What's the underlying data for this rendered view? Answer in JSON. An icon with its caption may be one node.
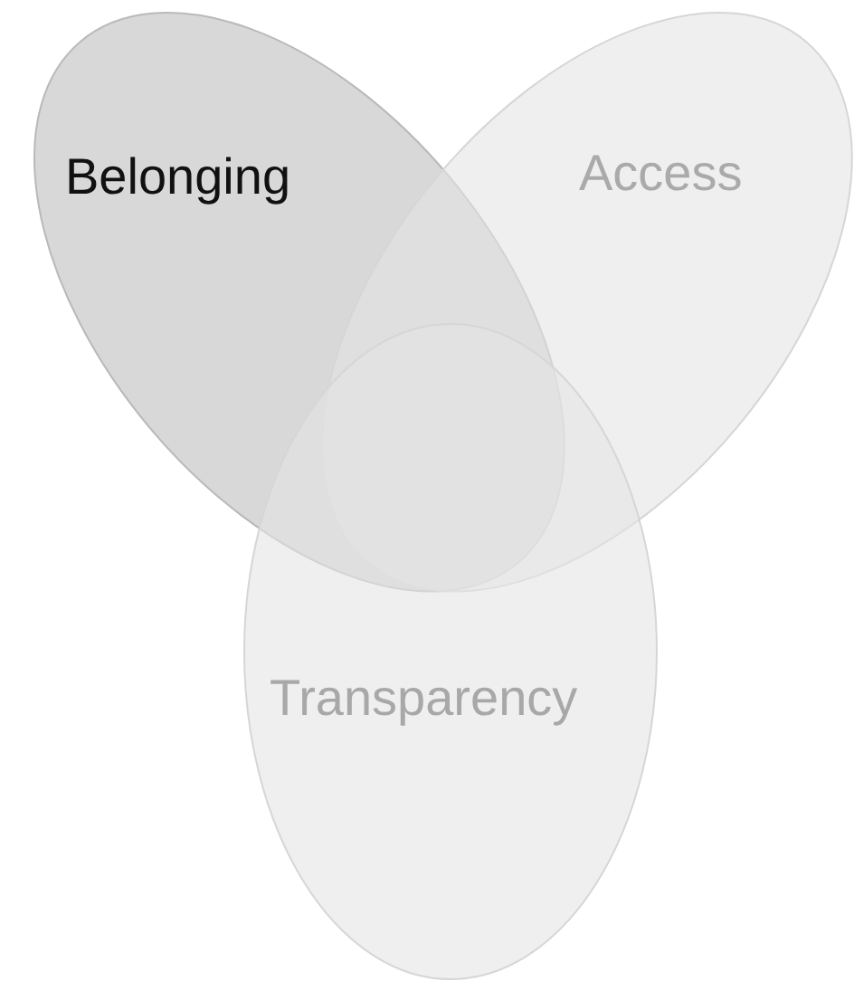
{
  "diagram": {
    "nodes": [
      {
        "text": [
          "Belonging"
        ]
      },
      {
        "text": [
          "Access"
        ]
      },
      {
        "text": [
          "Transparency"
        ]
      }
    ]
  }
}
